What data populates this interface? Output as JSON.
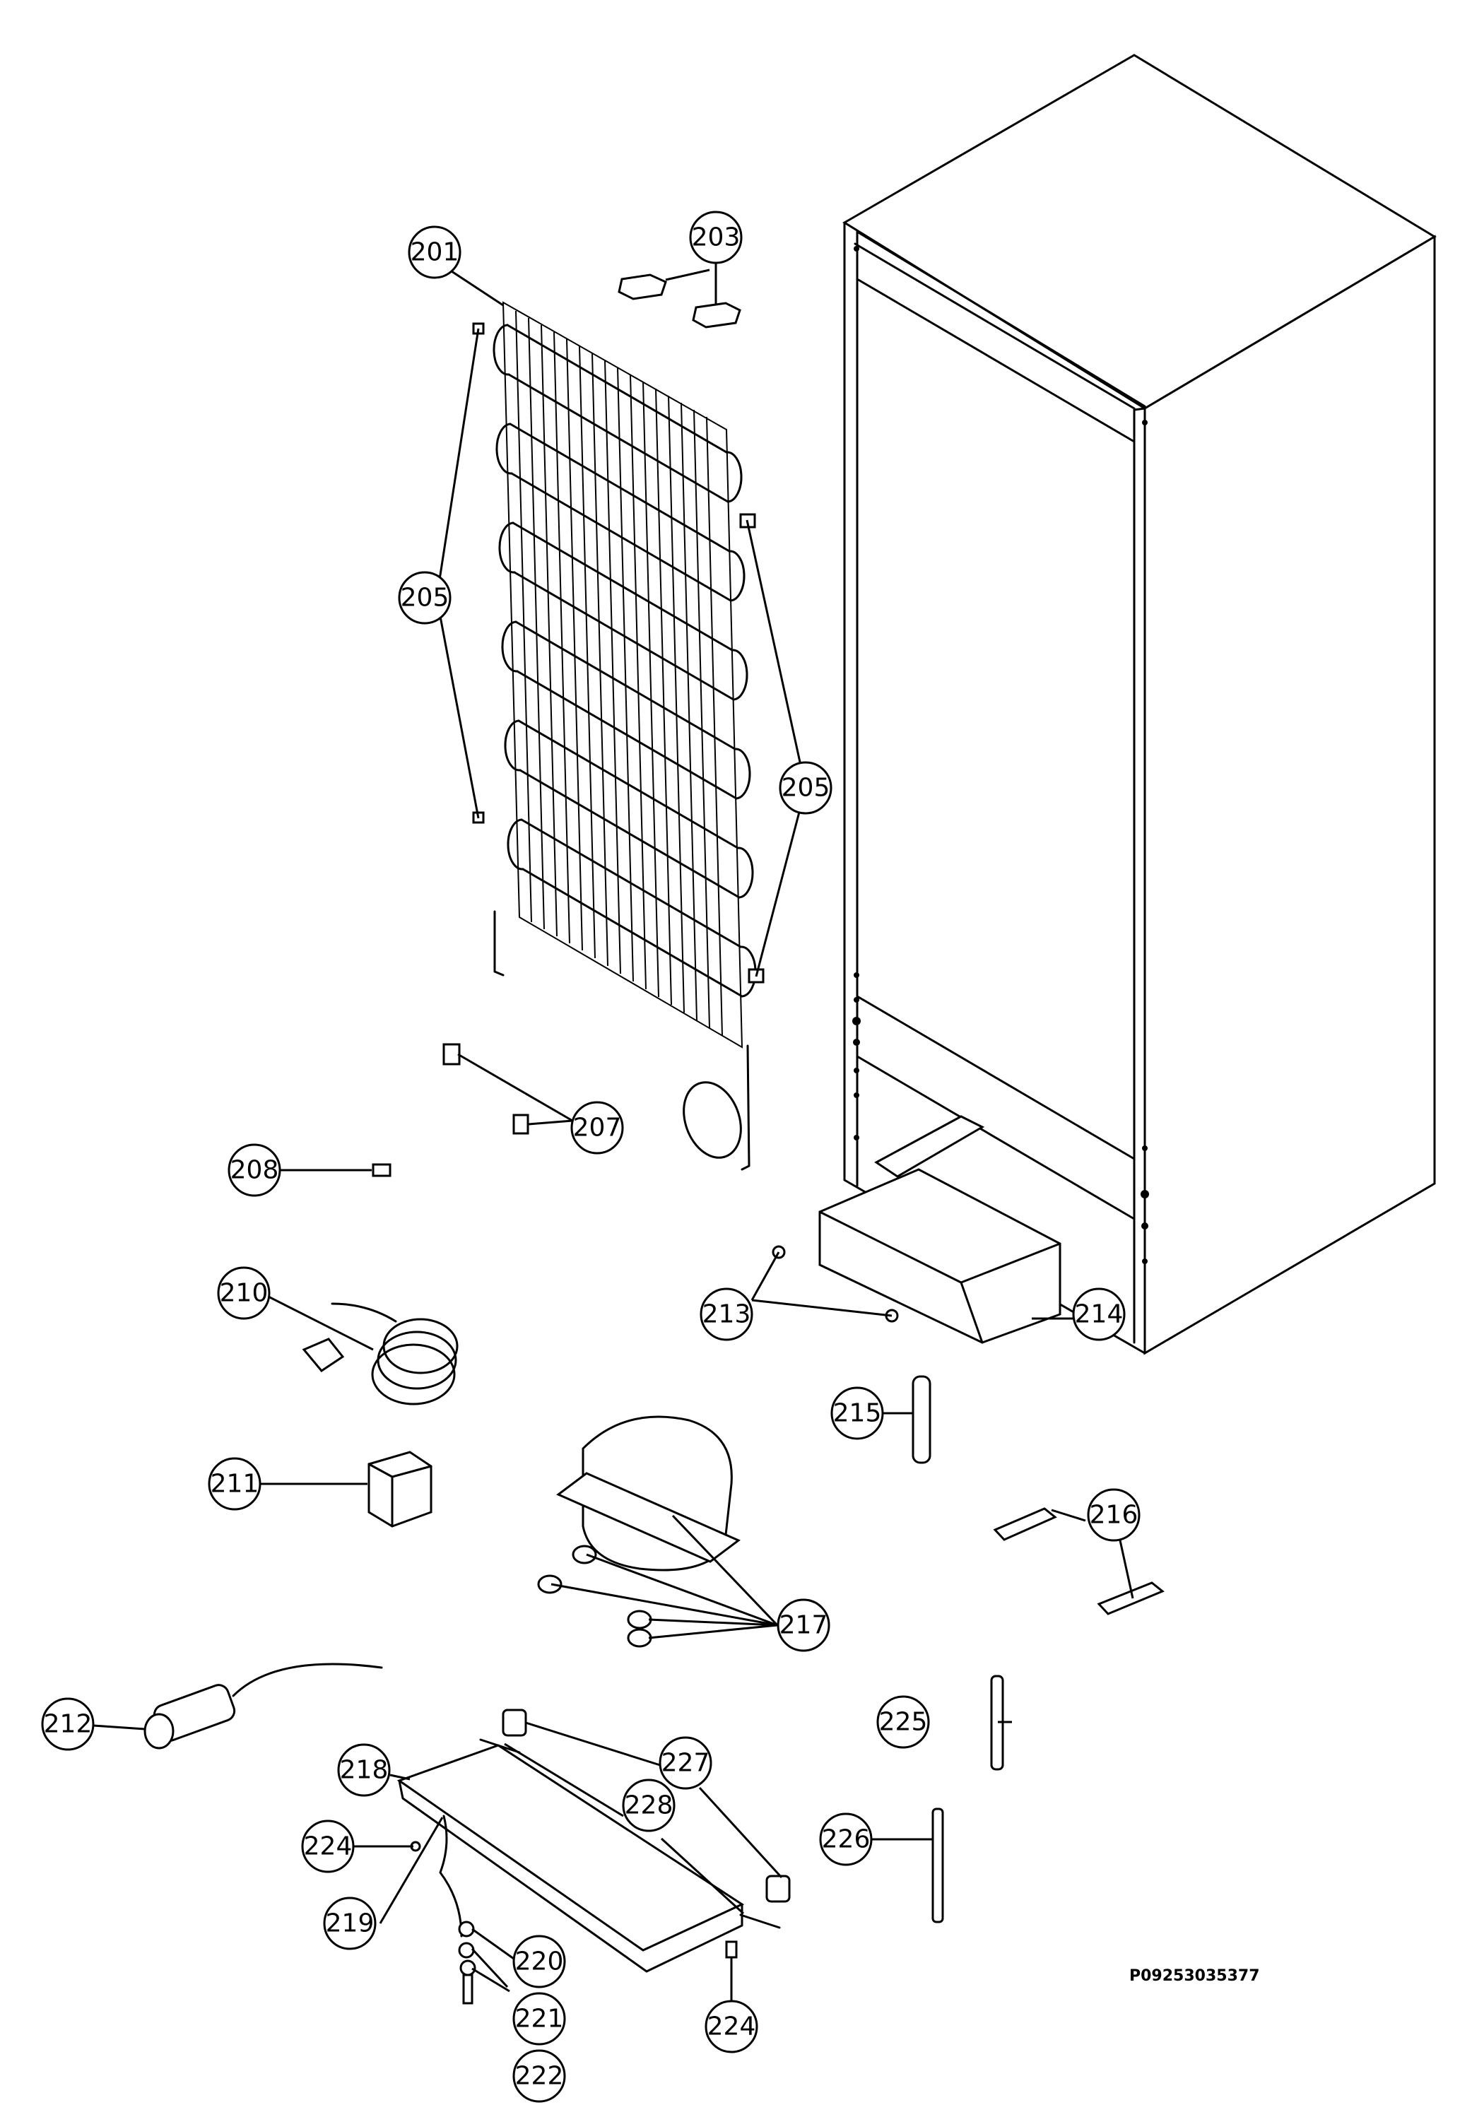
{
  "drawing_code": "P09253035377",
  "callouts": [
    "201",
    "203",
    "205",
    "205",
    "207",
    "208",
    "210",
    "211",
    "212",
    "213",
    "214",
    "215",
    "216",
    "217",
    "218",
    "219",
    "220",
    "221",
    "222",
    "224",
    "224",
    "225",
    "226",
    "227",
    "228"
  ]
}
